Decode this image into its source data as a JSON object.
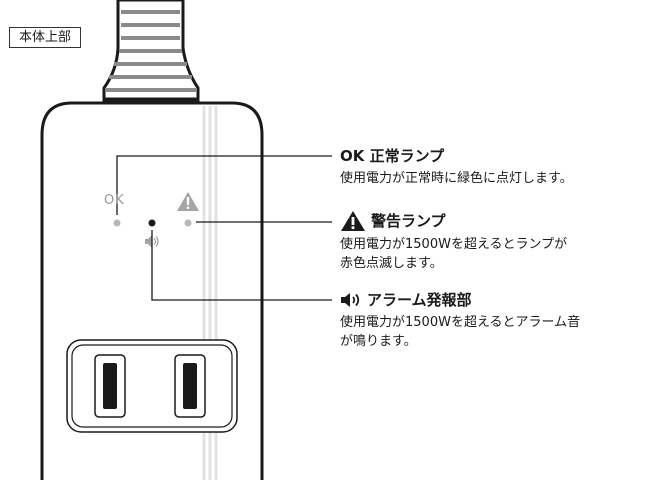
{
  "top_label": "本体上部",
  "device": {
    "ok_label": "OK"
  },
  "callouts": [
    {
      "id": "ok",
      "title": "OK 正常ランプ",
      "description": "使用電力が正常時に緑色に点灯します。"
    },
    {
      "id": "warning",
      "title": "警告ランプ",
      "icon": "warning-triangle-icon",
      "description_lines": [
        "使用電力が1500Wを超えるとランプが",
        "赤色点滅します。"
      ]
    },
    {
      "id": "alarm",
      "title": "アラーム発報部",
      "icon": "speaker-icon",
      "description_lines": [
        "使用電力が1500Wを超えるとアラーム音",
        "が鳴ります。"
      ]
    }
  ],
  "colors": {
    "line": "#1a1a1a",
    "led_gray": "#b8b8b8",
    "cord_gray": "#8a8a8a"
  }
}
